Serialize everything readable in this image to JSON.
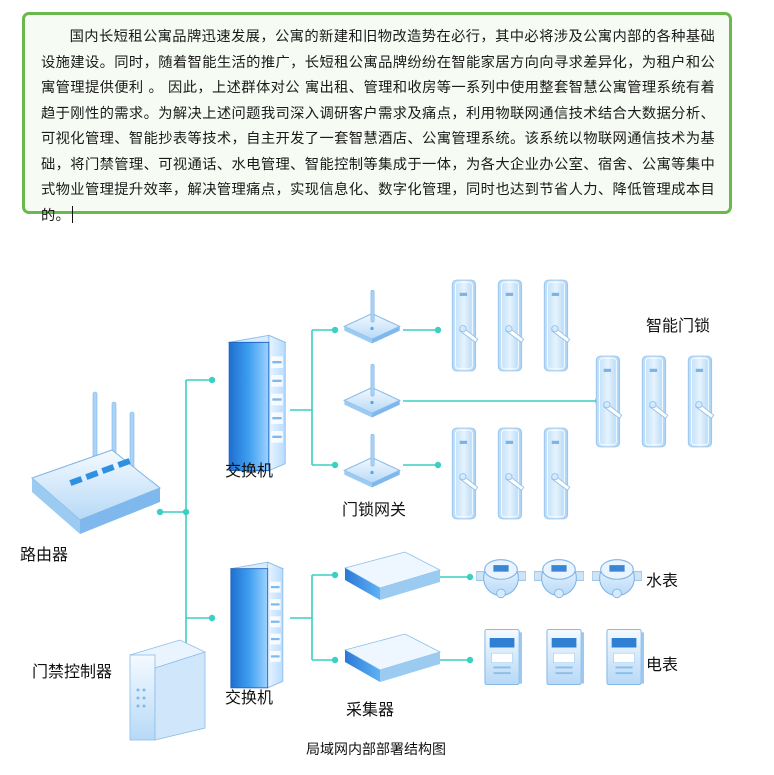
{
  "intro": {
    "paragraph": "国内长短租公寓品牌迅速发展，公寓的新建和旧物改造势在必行，其中必将涉及公寓内部的各种基础设施建设。同时，随着智能生活的推广，长短租公寓品牌纷纷在智能家居方向向寻求差异化，为租户和公寓管理提供便利 。 因此，上述群体对公 寓出租、管理和收房等一系列中使用整套智慧公寓管理系统有着趋于刚性的需求。为解决上述问题我司深入调研客户需求及痛点，利用物联网通信技术结合大数据分析、可视化管理、智能抄表等技术，自主开发了一套智慧酒店、公寓管理系统。该系统以物联网通信技术为基础，将门禁管理、可视通话、水电管理、智能控制等集成于一体，为各大企业办公室、宿舍、公寓等集中式物业管理提升效率，解决管理痛点，实现信息化、数字化管理，同时也达到节省人力、降低管理成本目的。"
  },
  "diagram": {
    "labels": {
      "router": "路由器",
      "switch_top": "交换机",
      "switch_bottom": "交换机",
      "access_controller": "门禁控制器",
      "lock_gateway": "门锁网关",
      "smart_lock": "智能门锁",
      "collector": "采集器",
      "water_meter": "水表",
      "electric_meter": "电表"
    },
    "caption": "局域网内部部署结构图"
  },
  "colors": {
    "border_green": "#6bb84f",
    "link_teal": "#3ccfc3",
    "device_blue": "#2f8fe0",
    "device_light": "#cfe6fb"
  }
}
